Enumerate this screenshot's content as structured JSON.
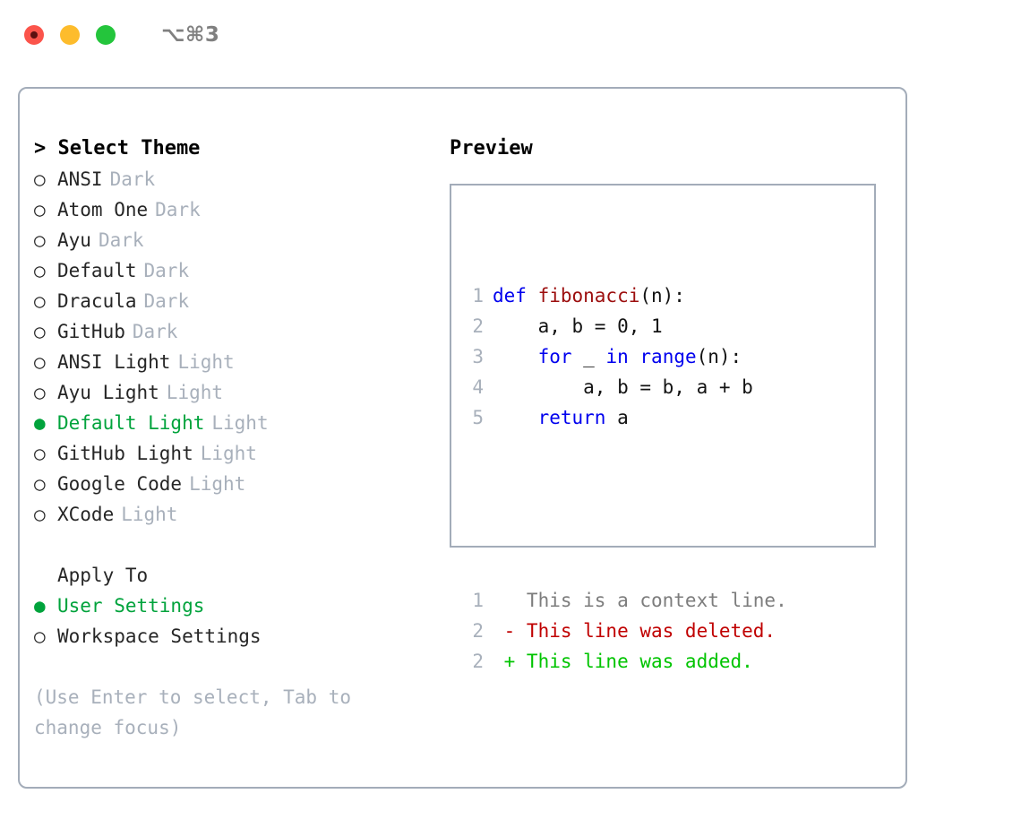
{
  "titlebar": {
    "shortcut": "⌥⌘3",
    "buttons": [
      {
        "name": "close",
        "color": "#fb544b"
      },
      {
        "name": "minimize",
        "color": "#fdbc2c"
      },
      {
        "name": "maximize",
        "color": "#24c53c"
      }
    ]
  },
  "theme_list": {
    "title": "> Select Theme",
    "selected_marker": "●",
    "unselected_marker": "○",
    "items": [
      {
        "marker": "○",
        "label": "ANSI",
        "tag": "Dark",
        "selected": false
      },
      {
        "marker": "○",
        "label": "Atom One",
        "tag": "Dark",
        "selected": false
      },
      {
        "marker": "○",
        "label": "Ayu",
        "tag": "Dark",
        "selected": false
      },
      {
        "marker": "○",
        "label": "Default",
        "tag": "Dark",
        "selected": false
      },
      {
        "marker": "○",
        "label": "Dracula",
        "tag": "Dark",
        "selected": false
      },
      {
        "marker": "○",
        "label": "GitHub",
        "tag": "Dark",
        "selected": false
      },
      {
        "marker": "○",
        "label": "ANSI Light",
        "tag": "Light",
        "selected": false
      },
      {
        "marker": "○",
        "label": "Ayu Light",
        "tag": "Light",
        "selected": false
      },
      {
        "marker": "●",
        "label": "Default Light",
        "tag": "Light",
        "selected": true
      },
      {
        "marker": "○",
        "label": "GitHub Light",
        "tag": "Light",
        "selected": false
      },
      {
        "marker": "○",
        "label": "Google Code",
        "tag": "Light",
        "selected": false
      },
      {
        "marker": "○",
        "label": "XCode",
        "tag": "Light",
        "selected": false
      }
    ]
  },
  "apply_to": {
    "title": "Apply To",
    "items": [
      {
        "marker": "●",
        "label": "User Settings",
        "selected": true
      },
      {
        "marker": "○",
        "label": "Workspace Settings",
        "selected": false
      }
    ]
  },
  "hint": "(Use Enter to select, Tab to change focus)",
  "preview": {
    "title": "Preview",
    "code_lines": [
      {
        "no": "1",
        "tokens": [
          {
            "t": "def ",
            "c": "kw"
          },
          {
            "t": "fibonacci",
            "c": "fn"
          },
          {
            "t": "(n):",
            "c": "plain"
          }
        ]
      },
      {
        "no": "2",
        "tokens": [
          {
            "t": "    a, b = 0, 1",
            "c": "plain"
          }
        ]
      },
      {
        "no": "3",
        "tokens": [
          {
            "t": "    ",
            "c": "plain"
          },
          {
            "t": "for",
            "c": "kw"
          },
          {
            "t": " _ ",
            "c": "plain"
          },
          {
            "t": "in",
            "c": "kw"
          },
          {
            "t": " ",
            "c": "plain"
          },
          {
            "t": "range",
            "c": "kw"
          },
          {
            "t": "(n):",
            "c": "plain"
          }
        ]
      },
      {
        "no": "4",
        "tokens": [
          {
            "t": "        a, b = b, a + b",
            "c": "plain"
          }
        ]
      },
      {
        "no": "5",
        "tokens": [
          {
            "t": "    ",
            "c": "plain"
          },
          {
            "t": "return",
            "c": "kw"
          },
          {
            "t": " a",
            "c": "plain"
          }
        ]
      }
    ],
    "diff_lines": [
      {
        "no": "1",
        "tokens": [
          {
            "t": "   This is a context line.",
            "c": "ctx"
          }
        ]
      },
      {
        "no": "2",
        "tokens": [
          {
            "t": " - This line was deleted.",
            "c": "del"
          }
        ]
      },
      {
        "no": "2",
        "tokens": [
          {
            "t": " + This line was added.",
            "c": "add"
          }
        ]
      }
    ]
  },
  "colors": {
    "accent_green": "#00a33c",
    "muted_gray": "#a8b0bb",
    "border": "#a3acb9",
    "keyword_blue": "#0000ee",
    "function_red": "#9c0e0e",
    "diff_delete": "#c00000",
    "diff_add": "#00c400"
  }
}
